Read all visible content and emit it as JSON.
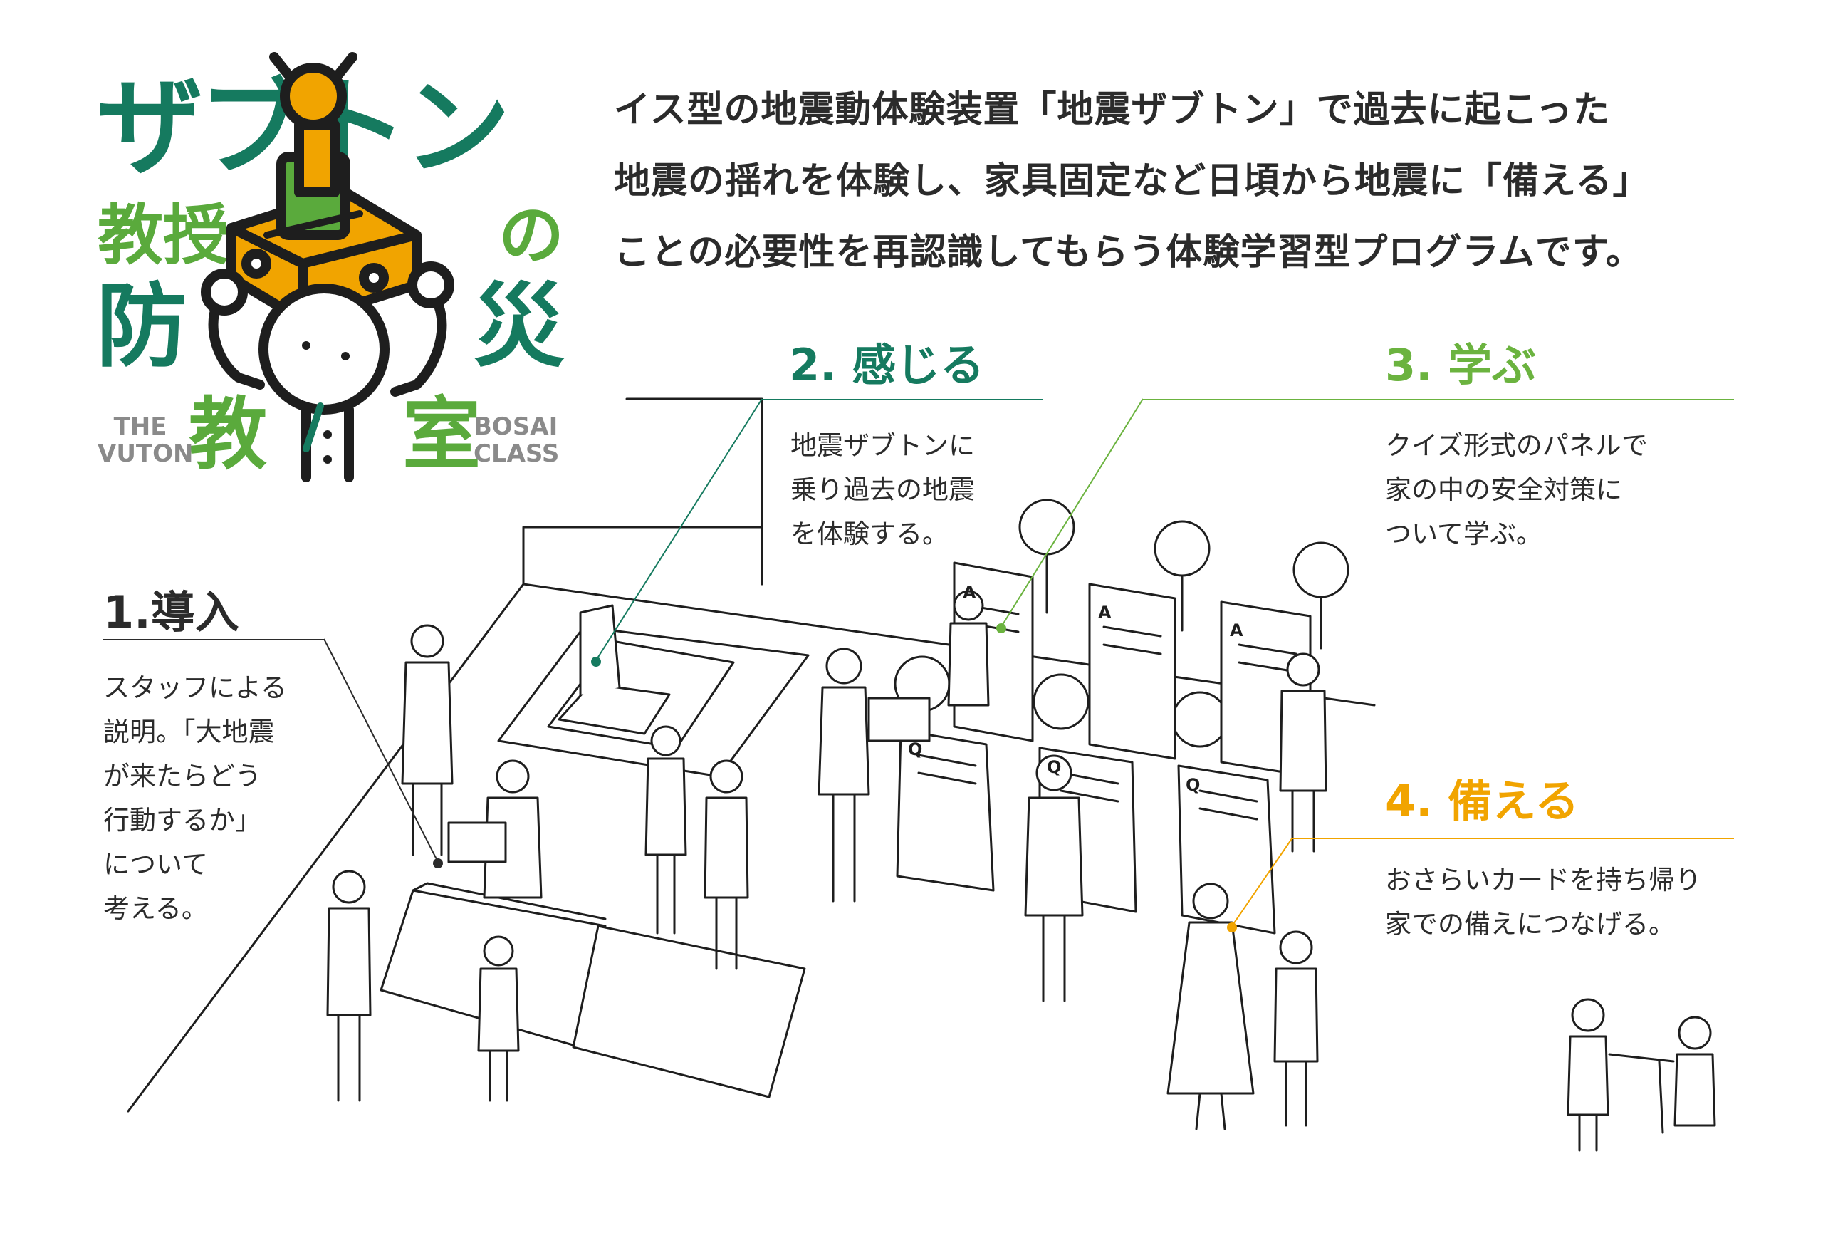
{
  "logo": {
    "title": "ザブトン",
    "line2_left": "教授",
    "line2_right": "の",
    "line3_left": "防",
    "line3_right": "災",
    "line4_left": "教",
    "line4_right": "室",
    "en_left_1": "THE",
    "en_left_2": "VUTON",
    "en_right_1": "BOSAI",
    "en_right_2": "CLASS"
  },
  "intro": {
    "line1": "イス型の地震動体験装置「地震ザブトン」で過去に起こった",
    "line2": "地震の揺れを体験し、家具固定など日頃から地震に「備える」",
    "line3": "ことの必要性を再認識してもらう体験学習型プログラムです。"
  },
  "sections": [
    {
      "title": "1.導入",
      "lines": [
        "スタッフによる",
        "説明。「大地震",
        "が来たらどう",
        "行動するか」",
        "について",
        "考える。"
      ]
    },
    {
      "title": "2. 感じる",
      "lines": [
        "地震ザブトンに",
        "乗り過去の地震",
        "を体験する。"
      ]
    },
    {
      "title": "3. 学ぶ",
      "lines": [
        "クイズ形式のパネルで",
        "家の中の安全対策に",
        "ついて学ぶ。"
      ]
    },
    {
      "title": "4. 備える",
      "lines": [
        "おさらいカードを持ち帰り",
        "家での備えにつなげる。"
      ]
    }
  ],
  "panels": {
    "answer_label": "A",
    "question_label": "Q"
  },
  "colors": {
    "dark_green": "#157a5f",
    "light_green": "#6bb33f",
    "orange": "#f1a400",
    "ink": "#2b2b2b"
  }
}
